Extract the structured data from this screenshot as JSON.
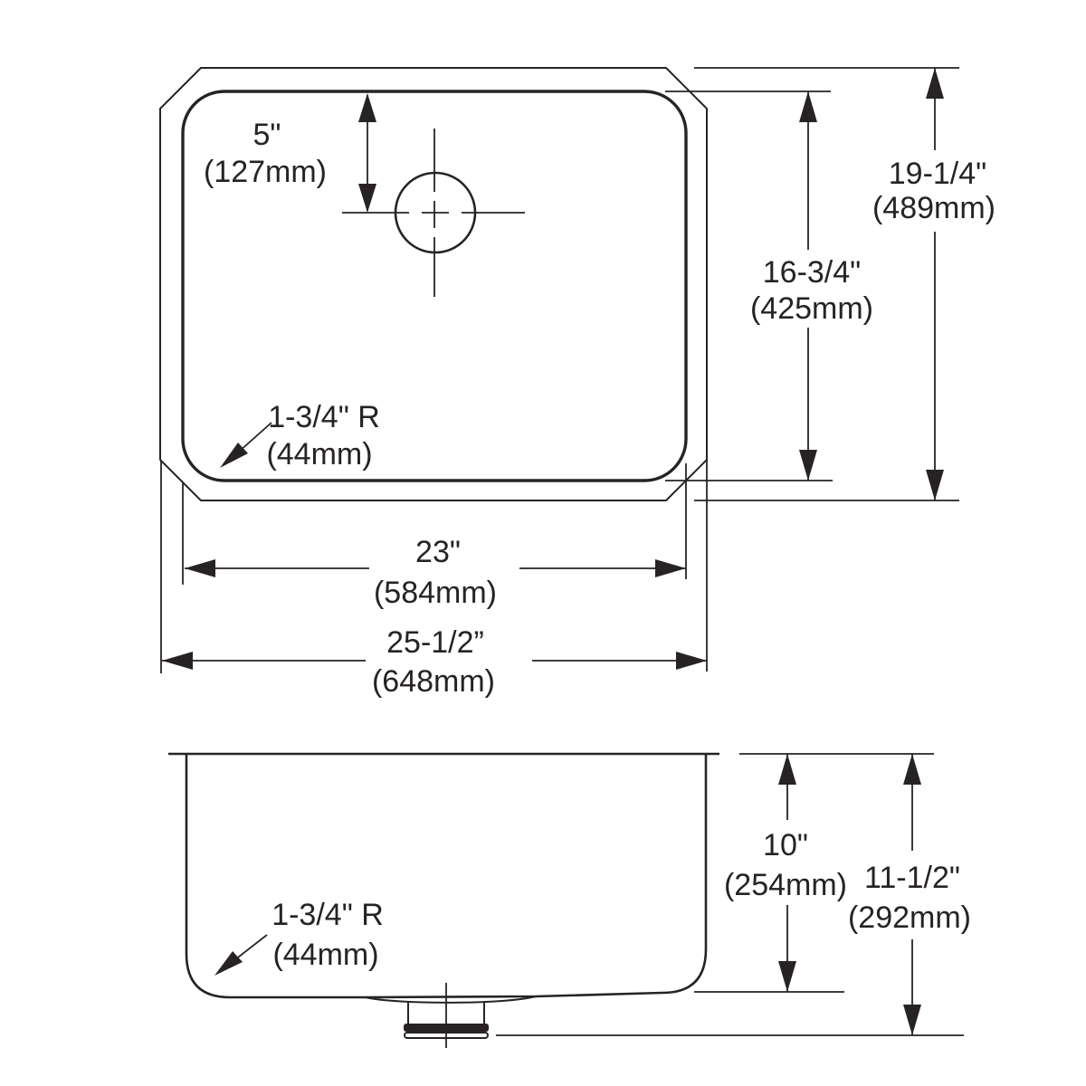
{
  "page": {
    "background_color": "#ffffff",
    "line_color": "#272324"
  },
  "top_view": {
    "hole_offset": {
      "in": "5\"",
      "mm": "(127mm)"
    },
    "corner_radius": {
      "in": "1-3/4\" R",
      "mm": "(44mm)"
    },
    "bowl_width": {
      "in": "23\"",
      "mm": "(584mm)"
    },
    "overall_width": {
      "in": "25-1/2”",
      "mm": "(648mm)"
    },
    "bowl_front_to_back": {
      "in": "16-3/4\"",
      "mm": "(425mm)"
    },
    "overall_front_to_back": {
      "in": "19-1/4\"",
      "mm": "(489mm)"
    }
  },
  "side_view": {
    "corner_radius": {
      "in": "1-3/4\" R",
      "mm": "(44mm)"
    },
    "bowl_depth": {
      "in": "10\"",
      "mm": "(254mm)"
    },
    "overall_height": {
      "in": "11-1/2\"",
      "mm": "(292mm)"
    }
  }
}
